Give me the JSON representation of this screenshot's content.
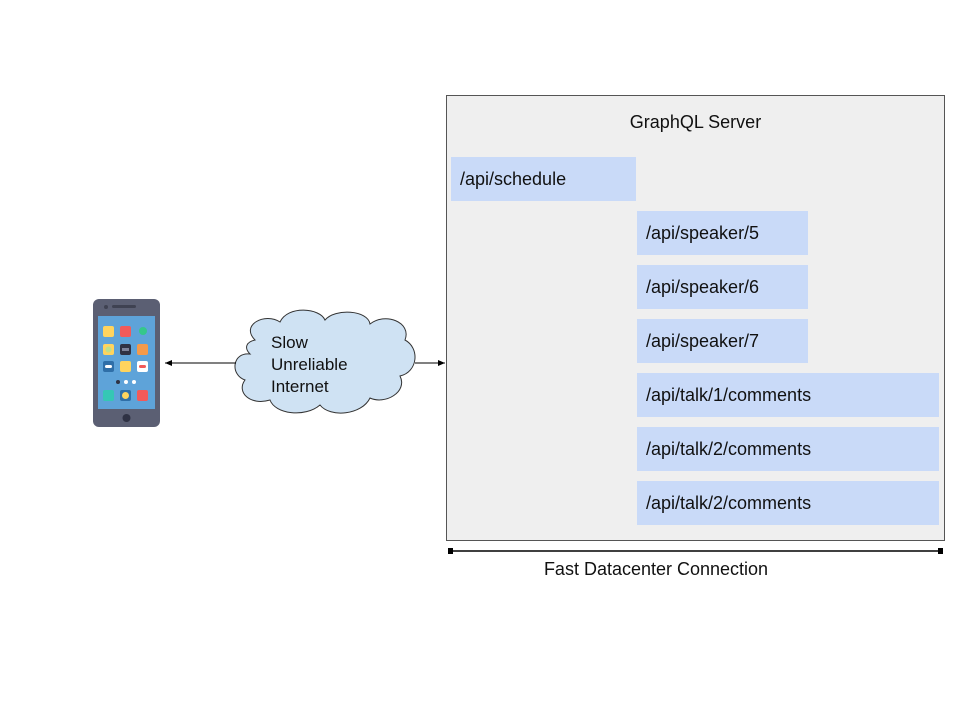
{
  "diagram": {
    "server": {
      "title": "GraphQL Server",
      "endpoints": [
        "/api/schedule",
        "/api/speaker/5",
        "/api/speaker/6",
        "/api/speaker/7",
        "/api/talk/1/comments",
        "/api/talk/2/comments",
        "/api/talk/2/comments"
      ]
    },
    "cloud": {
      "lines": [
        "Slow",
        "Unreliable",
        "Internet"
      ]
    },
    "connection_label": "Fast Datacenter Connection",
    "icons": {
      "device": "smartphone-icon",
      "network": "cloud-icon"
    },
    "colors": {
      "server_background": "#efefef",
      "endpoint_fill": "#c9daf8",
      "cloud_fill": "#cfe2f3",
      "phone_body": "#5b5f73",
      "phone_screen": "#5ea3d9"
    }
  }
}
